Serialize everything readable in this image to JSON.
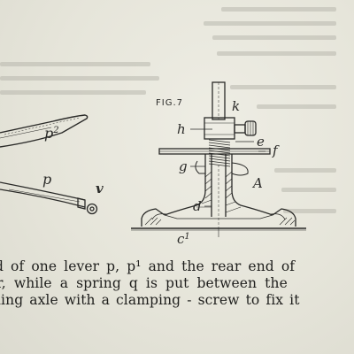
{
  "figure": {
    "title": "FIG.7",
    "labels": {
      "k": "k",
      "h": "h",
      "e": "e",
      "f": "f",
      "g": "g",
      "A": "A",
      "d": "d",
      "c1": "c1",
      "p2": "p2",
      "p": "p",
      "v": "v"
    }
  },
  "text": {
    "line1": "d of one lever p, p¹ and the rear end of",
    "line2": "r, while a spring q is put between the",
    "line3": "ling axle with a clamping - screw to fix it"
  }
}
